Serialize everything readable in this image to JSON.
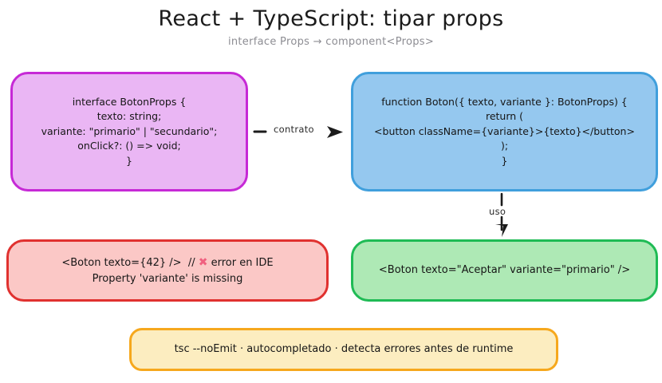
{
  "header": {
    "title": "React + TypeScript: tipar props",
    "subtitle": "interface Props → component<Props>"
  },
  "nodes": {
    "interface_box": {
      "name": "interface-props-box",
      "color_fill": "#eab6f4",
      "color_border": "#c629d6",
      "lines": [
        "interface BotonProps {",
        "texto: string;",
        "variante: \"primario\" | \"secundario\";",
        "onClick?: () => void;",
        "}"
      ]
    },
    "component_box": {
      "name": "component-function-box",
      "color_fill": "#95c8ef",
      "color_border": "#409fdc",
      "lines": [
        "function Boton({ texto, variante }: BotonProps) {",
        "return (",
        "<button className={variante}>{texto}</button>",
        ");",
        "}"
      ]
    },
    "error_box": {
      "name": "error-usage-box",
      "color_fill": "#fbc8c6",
      "color_border": "#e0312f",
      "line1_before": "<Boton texto={42} />  // ",
      "line1_icon": "✖",
      "line1_after": " error en IDE",
      "line2": "Property 'variante' is missing"
    },
    "ok_box": {
      "name": "valid-usage-box",
      "color_fill": "#aee9b5",
      "color_border": "#1fbb55",
      "lines": [
        "<Boton texto=\"Aceptar\" variante=\"primario\" />"
      ]
    },
    "note_box": {
      "name": "tooling-note-box",
      "color_fill": "#fcedc0",
      "color_border": "#f6a81d",
      "lines": [
        "tsc --noEmit · autocompletado · detecta errores antes de runtime"
      ]
    }
  },
  "connectors": {
    "contrato": {
      "label": "contrato"
    },
    "uso": {
      "label": "uso"
    }
  },
  "colors": {
    "title": "#1b1b1b",
    "subtitle": "#8d8d93",
    "error_mark": "#f0607f",
    "background": "#ffffff"
  }
}
